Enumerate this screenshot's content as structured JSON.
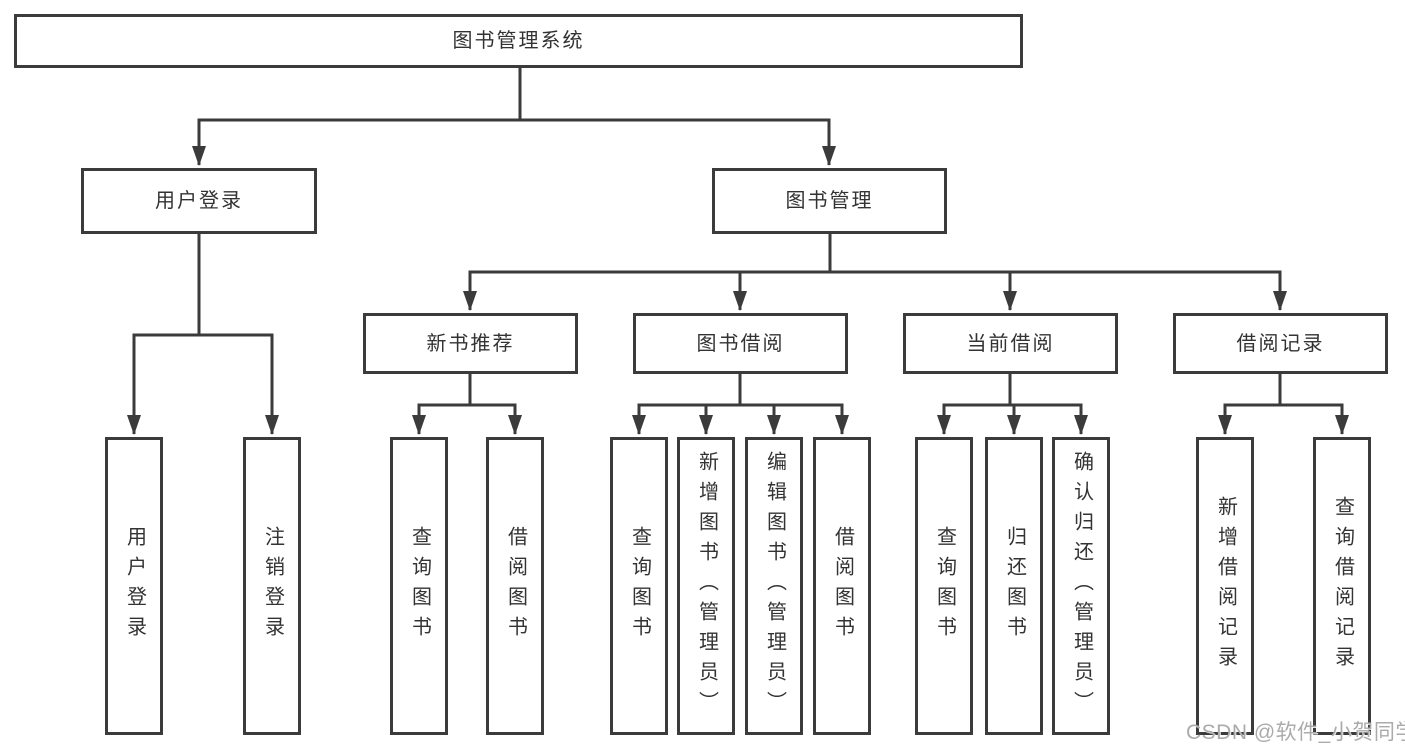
{
  "colors": {
    "line": "#3b3b3b",
    "box_border": "#3b3b3b",
    "text": "#333333",
    "background": "#ffffff",
    "watermark": "#ababab"
  },
  "diagram": {
    "root": {
      "label": "图书管理系统"
    },
    "branches": {
      "user_login": {
        "label": "用户登录",
        "children": [
          {
            "label": "用户登录"
          },
          {
            "label": "注销登录"
          }
        ]
      },
      "book_mgmt": {
        "label": "图书管理",
        "children": [
          {
            "label": "新书推荐",
            "children": [
              {
                "label": "查询图书"
              },
              {
                "label": "借阅图书"
              }
            ]
          },
          {
            "label": "图书借阅",
            "children": [
              {
                "label": "查询图书"
              },
              {
                "label": "新增图书（管理员）"
              },
              {
                "label": "编辑图书（管理员）"
              },
              {
                "label": "借阅图书"
              }
            ]
          },
          {
            "label": "当前借阅",
            "children": [
              {
                "label": "查询图书"
              },
              {
                "label": "归还图书"
              },
              {
                "label": "确认归还（管理员）"
              }
            ]
          },
          {
            "label": "借阅记录",
            "children": [
              {
                "label": "新增借阅记录"
              },
              {
                "label": "查询借阅记录"
              }
            ]
          }
        ]
      }
    }
  },
  "watermark": {
    "text": "CSDN @软件_小贺同学"
  }
}
